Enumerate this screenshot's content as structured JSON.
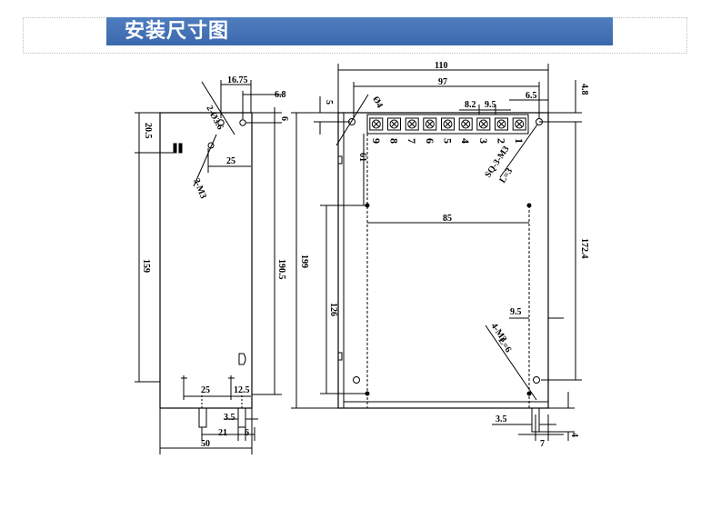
{
  "header": {
    "title": "安装尺寸图"
  },
  "colors": {
    "banner": "#4472c4",
    "line": "#000000",
    "background": "#ffffff"
  },
  "dims": {
    "d16_75": "16.75",
    "d6_8": "6.8",
    "d2phi3_6": "2-Ø3.6",
    "d6": "6",
    "d20_5": "20.5",
    "d25_top": "25",
    "d3m3": "3-M3",
    "d159": "159",
    "d190_5": "190.5",
    "d25_bottom": "25",
    "d12_5": "12.5",
    "d3_5_left": "3.5",
    "d21": "21",
    "d6_bottom": "6",
    "d50": "50",
    "d110": "110",
    "d97": "97",
    "d6_5": "6.5",
    "d4_8": "4.8",
    "d5": "5",
    "d8_2": "8.2",
    "d9_5_top": "9.5",
    "d_phi4": "Ø4",
    "d_sq": "SQ-3-M3",
    "d_l3": "L=3",
    "d61": "61",
    "d85": "85",
    "d172_4": "172.4",
    "d199": "199",
    "d126": "126",
    "d9_5_mid": "9.5",
    "d4m3": "4-M3",
    "d_l6": "L=6",
    "d3_5_right": "3.5",
    "d7": "7",
    "d4": "4"
  },
  "terminals": [
    "9",
    "8",
    "7",
    "6",
    "5",
    "4",
    "3",
    "2",
    "1"
  ]
}
